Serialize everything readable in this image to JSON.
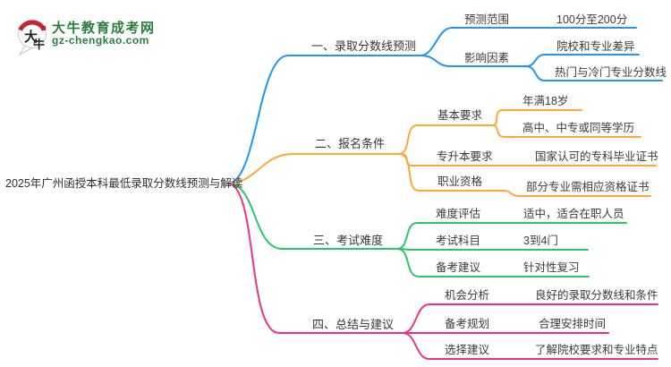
{
  "logo": {
    "badge_text_top": "大",
    "badge_text_bottom": "牛",
    "site_name": "大牛教育成考网",
    "site_domain": "gz-chengkao.com"
  },
  "mindmap": {
    "central_topic": "2025年广州函授本科最低录取分数线预测与解读",
    "branches": [
      {
        "label": "一、录取分数线预测",
        "color": "#2196F3",
        "children": [
          {
            "label": "预测范围",
            "children": [
              {
                "label": "100分至200分"
              }
            ]
          },
          {
            "label": "影响因素",
            "children": [
              {
                "label": "院校和专业差异"
              },
              {
                "label": "热门与冷门专业分数线"
              }
            ]
          }
        ]
      },
      {
        "label": "二、报名条件",
        "color": "#FFA837",
        "children": [
          {
            "label": "基本要求",
            "children": [
              {
                "label": "年满18岁"
              },
              {
                "label": "高中、中专或同等学历"
              }
            ]
          },
          {
            "label": "专升本要求",
            "children": [
              {
                "label": "国家认可的专科毕业证书"
              }
            ]
          },
          {
            "label": "职业资格",
            "children": [
              {
                "label": "部分专业需相应资格证书"
              }
            ]
          }
        ]
      },
      {
        "label": "三、考试难度",
        "color": "#2EC56F",
        "children": [
          {
            "label": "难度评估",
            "children": [
              {
                "label": "适中，适合在职人员"
              }
            ]
          },
          {
            "label": "考试科目",
            "children": [
              {
                "label": "3到4门"
              }
            ]
          },
          {
            "label": "备考建议",
            "children": [
              {
                "label": "针对性复习"
              }
            ]
          }
        ]
      },
      {
        "label": "四、总结与建议",
        "color": "#F5317F",
        "children": [
          {
            "label": "机会分析",
            "children": [
              {
                "label": "良好的录取分数线和条件"
              }
            ]
          },
          {
            "label": "备考规划",
            "children": [
              {
                "label": "合理安排时间"
              }
            ]
          },
          {
            "label": "选择建议",
            "children": [
              {
                "label": "了解院校要求和专业特点"
              }
            ]
          }
        ]
      }
    ]
  },
  "colors": {
    "branch_blue": "#2196F3",
    "branch_orange": "#FFA837",
    "branch_green": "#2EC56F",
    "branch_pink": "#F5317F",
    "logo_green": "#2A7E3B",
    "logo_red": "#C8252C",
    "node_text": "#3B3B3B"
  }
}
